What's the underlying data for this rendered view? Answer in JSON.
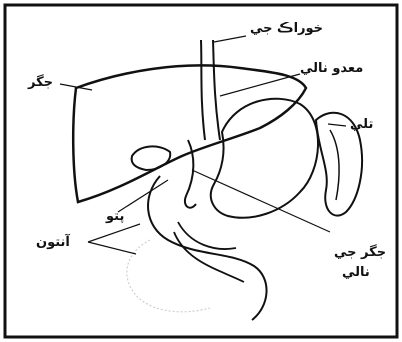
{
  "labels": {
    "esophagus": "خوراڪ جي",
    "stomach_tube": "معدو نالي",
    "liver": "جگر",
    "spleen": "تلي",
    "gallbladder": "پتو",
    "intestines": "آنتون",
    "bile_duct_line1": "جگر جي",
    "bile_duct_line2": "نالي"
  },
  "colors": {
    "ink": "#111111",
    "paper": "#ffffff"
  }
}
